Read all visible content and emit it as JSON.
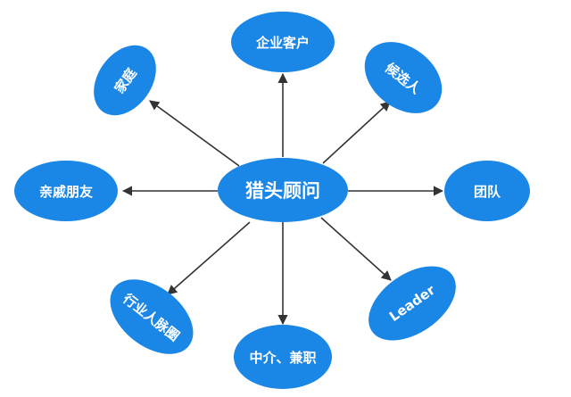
{
  "center": {
    "label": "猎头顾问",
    "color": "#1a86e6"
  },
  "node_color": "#1a86e6",
  "edge_color": "#333333",
  "nodes": [
    {
      "id": "enterprise-client",
      "label": "企业客户"
    },
    {
      "id": "candidate",
      "label": "候选人"
    },
    {
      "id": "team",
      "label": "团队"
    },
    {
      "id": "leader",
      "label": "Leader"
    },
    {
      "id": "agency-part-time",
      "label": "中介、兼职"
    },
    {
      "id": "industry-network",
      "label": "行业人脉圈"
    },
    {
      "id": "relatives-friends",
      "label": "亲戚朋友"
    },
    {
      "id": "family",
      "label": "家庭"
    }
  ]
}
